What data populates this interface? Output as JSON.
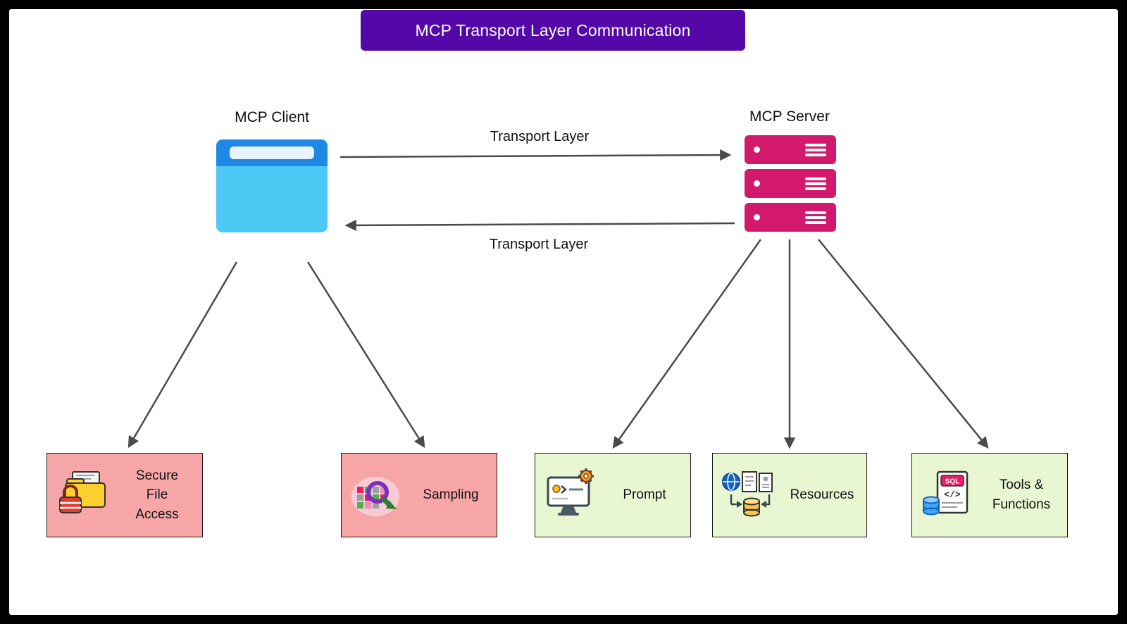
{
  "title": "MCP Transport Layer Communication",
  "nodes": {
    "client": {
      "label": "MCP Client"
    },
    "server": {
      "label": "MCP Server"
    }
  },
  "transport": {
    "request_label": "Transport Layer",
    "response_label": "Transport Layer"
  },
  "client_capabilities": [
    {
      "label": "Secure File Access",
      "icon": "folder-lock-icon"
    },
    {
      "label": "Sampling",
      "icon": "magnifier-grid-icon"
    }
  ],
  "server_capabilities": [
    {
      "label": "Prompt",
      "icon": "monitor-gear-icon"
    },
    {
      "label": "Resources",
      "icon": "globe-docs-database-icon"
    },
    {
      "label": "Tools & Functions",
      "icon": "sql-code-document-icon"
    }
  ],
  "icon_text": {
    "sql_badge": "SQL",
    "code_glyph": "</>"
  },
  "colors": {
    "title_bg": "#5408A8",
    "client_header": "#1E88E5",
    "client_body": "#4EC9F5",
    "server_unit": "#D2196B",
    "client_capability_bg": "#F7A6A8",
    "server_capability_bg": "#E9F6D2",
    "arrow": "#4A4A4A"
  }
}
